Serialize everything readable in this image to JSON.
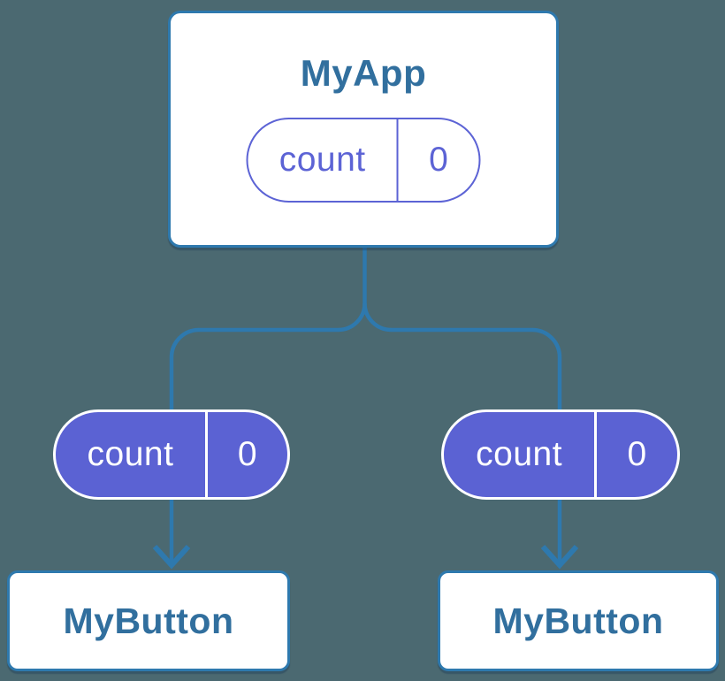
{
  "colors": {
    "background": "#4b6971",
    "line_blue": "#2e79ae",
    "title_text_blue": "#316f9e",
    "pill_purple": "#5b62d3",
    "card_background": "#ffffff"
  },
  "diagram": {
    "root": {
      "title": "MyApp",
      "state": {
        "name": "count",
        "value": "0"
      }
    },
    "children": [
      {
        "title": "MyButton",
        "prop": {
          "name": "count",
          "value": "0"
        }
      },
      {
        "title": "MyButton",
        "prop": {
          "name": "count",
          "value": "0"
        }
      }
    ]
  }
}
